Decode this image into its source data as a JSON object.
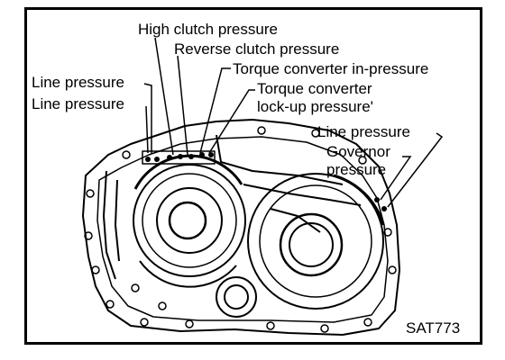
{
  "figure": {
    "code": "SAT773",
    "labels": {
      "high_clutch": "High clutch pressure",
      "reverse_clutch": "Reverse clutch pressure",
      "tc_in": "Torque converter in-pressure",
      "tc_lockup_1": "Torque converter",
      "tc_lockup_2": "lock-up pressure'",
      "line_1": "Line pressure",
      "line_2": "Line pressure",
      "line_3": "Line pressure",
      "governor_1": "Governor",
      "governor_2": "pressure"
    }
  },
  "colors": {
    "ink": "#000000",
    "paper": "#ffffff"
  }
}
